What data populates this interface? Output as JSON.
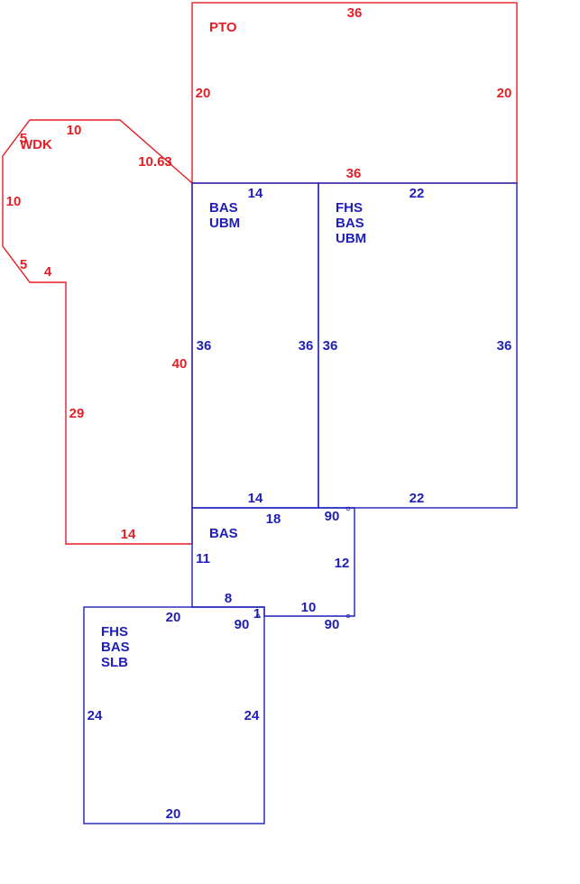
{
  "colors": {
    "red": "#e31e24",
    "blue": "#1f1fb8"
  },
  "areas": {
    "pto": {
      "code": "PTO"
    },
    "wdk": {
      "code": "WDK"
    },
    "area_bas_ubm": {
      "codes": [
        "BAS",
        "UBM"
      ]
    },
    "area_fhs_bas_ubm": {
      "codes": [
        "FHS",
        "BAS",
        "UBM"
      ]
    },
    "area_bas_small": {
      "codes": [
        "BAS"
      ]
    },
    "area_fhs_bas_slb": {
      "codes": [
        "FHS",
        "BAS",
        "SLB"
      ]
    }
  },
  "dims": {
    "pto_top": "36",
    "pto_left": "20",
    "pto_right": "20",
    "pto_bottom": "36",
    "wdk_diag_small": "5",
    "wdk_top": "10",
    "wdk_diag": "10.63",
    "wdk_left": "10",
    "wdk_diag_low": "5",
    "wdk_step": "4",
    "wdk_stem": "29",
    "wdk_stem_bottom": "14",
    "wdk_long": "40",
    "a1_top": "14",
    "a1_left": "36",
    "a1_right": "36",
    "a1_bottom": "14",
    "a2_top": "22",
    "a2_left": "36",
    "a2_right": "36",
    "a2_bottom": "22",
    "a3_top": "18",
    "a3_angle_tr": "90",
    "a3_left": "11",
    "a3_right": "12",
    "a3_bottom_left": "8",
    "a3_one": "1",
    "a3_bottom_right": "10",
    "a3_angle_br": "90",
    "a3_angle_bl": "90",
    "a4_top": "20",
    "a4_left": "24",
    "a4_right": "24",
    "a4_bottom": "20"
  }
}
